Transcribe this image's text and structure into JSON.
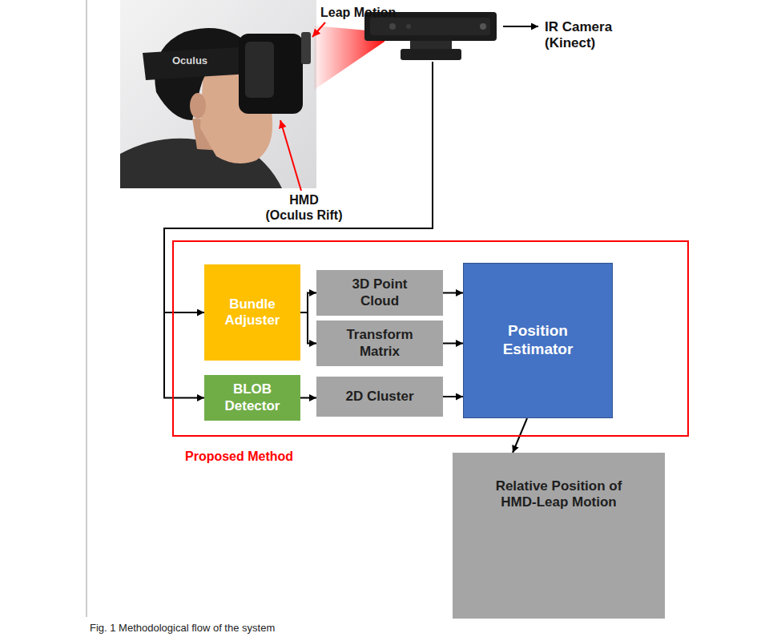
{
  "diagram": {
    "caption": "Fig. 1 Methodological flow of the system",
    "nodes": [
      {
        "text": [
          "IR Camera (Kinect)"
        ]
      },
      {
        "text": [
          "Proposed Method"
        ]
      },
      {
        "text": [
          "Bundle Adjuster"
        ],
        "in": 1
      },
      {
        "text": [
          "3D Point Cloud"
        ],
        "in": 1
      },
      {
        "text": [
          "Transform Matrix"
        ],
        "in": 1
      },
      {
        "text": [
          "Position Estimator"
        ],
        "in": 1
      },
      {
        "text": [
          "BLOB Detector"
        ],
        "in": 1
      },
      {
        "text": [
          "2D Cluster"
        ],
        "in": 1
      },
      {
        "text": [
          "Relative Position of HMD-Leap Motion"
        ]
      }
    ],
    "edges": [
      {
        "from": 0,
        "to": 2,
        "arrow": "to"
      },
      {
        "from": 0,
        "to": 6,
        "arrow": "to"
      },
      {
        "from": 2,
        "to": 3,
        "arrow": "to"
      },
      {
        "from": 2,
        "to": 4,
        "arrow": "to"
      },
      {
        "from": 6,
        "to": 7,
        "arrow": "to"
      },
      {
        "from": 3,
        "to": 5,
        "arrow": "to"
      },
      {
        "from": 4,
        "to": 5,
        "arrow": "to"
      },
      {
        "from": 7,
        "to": 5,
        "arrow": "to"
      },
      {
        "from": 5,
        "to": 8,
        "arrow": "to"
      }
    ],
    "labels": [
      "Leap Motion",
      "HMD (Oculus Rift)",
      "Oculus"
    ]
  }
}
